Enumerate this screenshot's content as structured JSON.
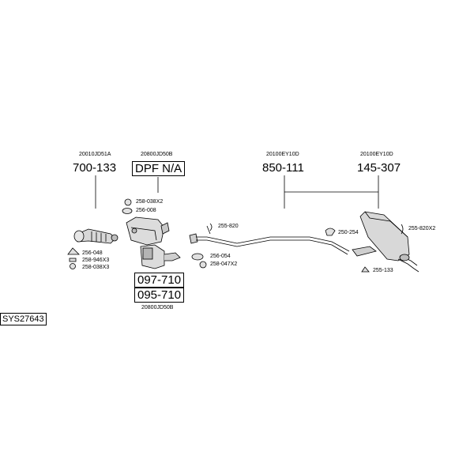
{
  "system_code": "SYS27643",
  "groups": [
    {
      "oem": "20010JD51A",
      "part": "700-133"
    },
    {
      "oem": "20800JD50B",
      "part": "DPF N/A"
    },
    {
      "oem": "20100EY10D",
      "part": "850-111"
    },
    {
      "oem": "20100EY10D",
      "part": "145-307"
    }
  ],
  "lower_parts": {
    "parts": [
      "097-710",
      "095-710"
    ],
    "oem": "20800JD50B"
  },
  "fittings": [
    "258-038X2",
    "256-008",
    "255-820",
    "250-254",
    "255-820X2",
    "256-048",
    "258-946X3",
    "258-038X3",
    "256-054",
    "258-047X2",
    "255-133"
  ]
}
